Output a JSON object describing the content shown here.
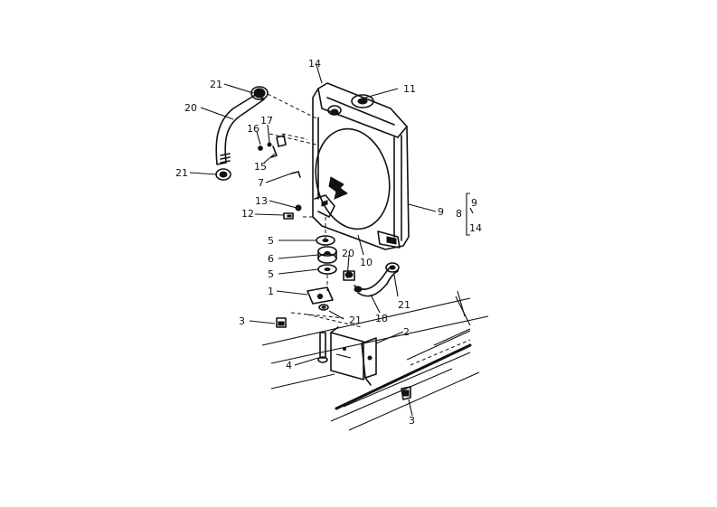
{
  "callouts": {
    "c14": "14",
    "c11": "11",
    "c21_top": "21",
    "c20_top": "20",
    "c17": "17",
    "c16": "16",
    "c15": "15",
    "c21_left": "21",
    "c7": "7",
    "c13": "13",
    "c12": "12",
    "c9": "9",
    "c8": "8",
    "c9_group": "9",
    "c14_group": "14",
    "c5_top": "5",
    "c20_mid": "20",
    "c10": "10",
    "c6": "6",
    "c5_bottom": "5",
    "c21_right": "21",
    "c1": "1",
    "c18": "18",
    "c21_lower": "21",
    "c3_left": "3",
    "c2": "2",
    "c4": "4",
    "c3_bottom": "3"
  }
}
